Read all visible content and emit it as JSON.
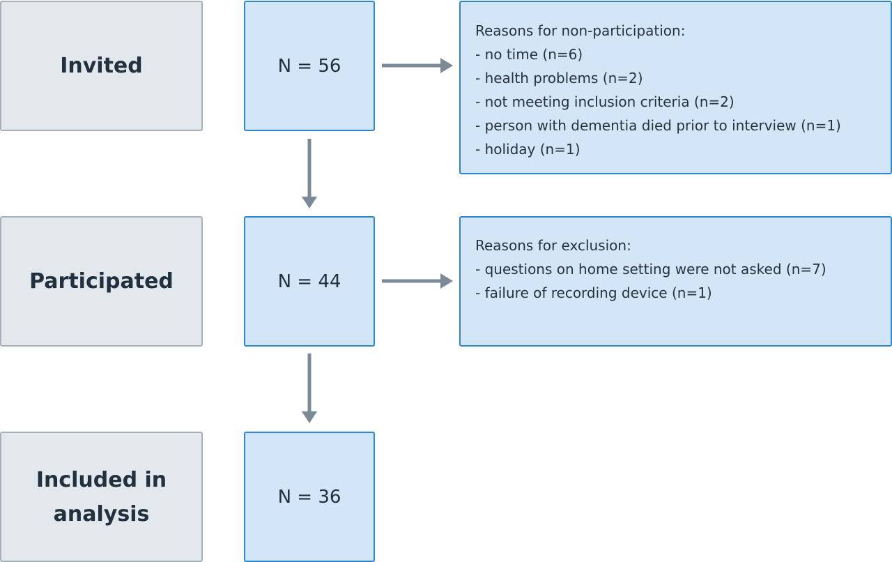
{
  "stages": [
    {
      "label_lines": [
        "Invited"
      ],
      "count": "N = 56"
    },
    {
      "label_lines": [
        "Participated"
      ],
      "count": "N = 44"
    },
    {
      "label_lines": [
        "Included in",
        "analysis"
      ],
      "count": "N = 36"
    }
  ],
  "non_participation": {
    "lines": [
      "Reasons for non-participation:",
      "- no time (n=6)",
      "- health problems (n=2)",
      "- not meeting inclusion criteria (n=2)",
      "- person with dementia died prior to interview (n=1)",
      "- holiday (n=1)"
    ]
  },
  "exclusion": {
    "lines": [
      "Reasons for exclusion:",
      "- questions on home setting were not asked  (n=7)",
      "- failure of recording device (n=1)"
    ]
  },
  "colors": {
    "stage_fill": "#e3e8ed",
    "stage_border": "#a6b0bb",
    "count_fill": "#d2e6f8",
    "count_border": "#2d86d0",
    "arrow": "#7b8a98",
    "text": "#22313f"
  }
}
